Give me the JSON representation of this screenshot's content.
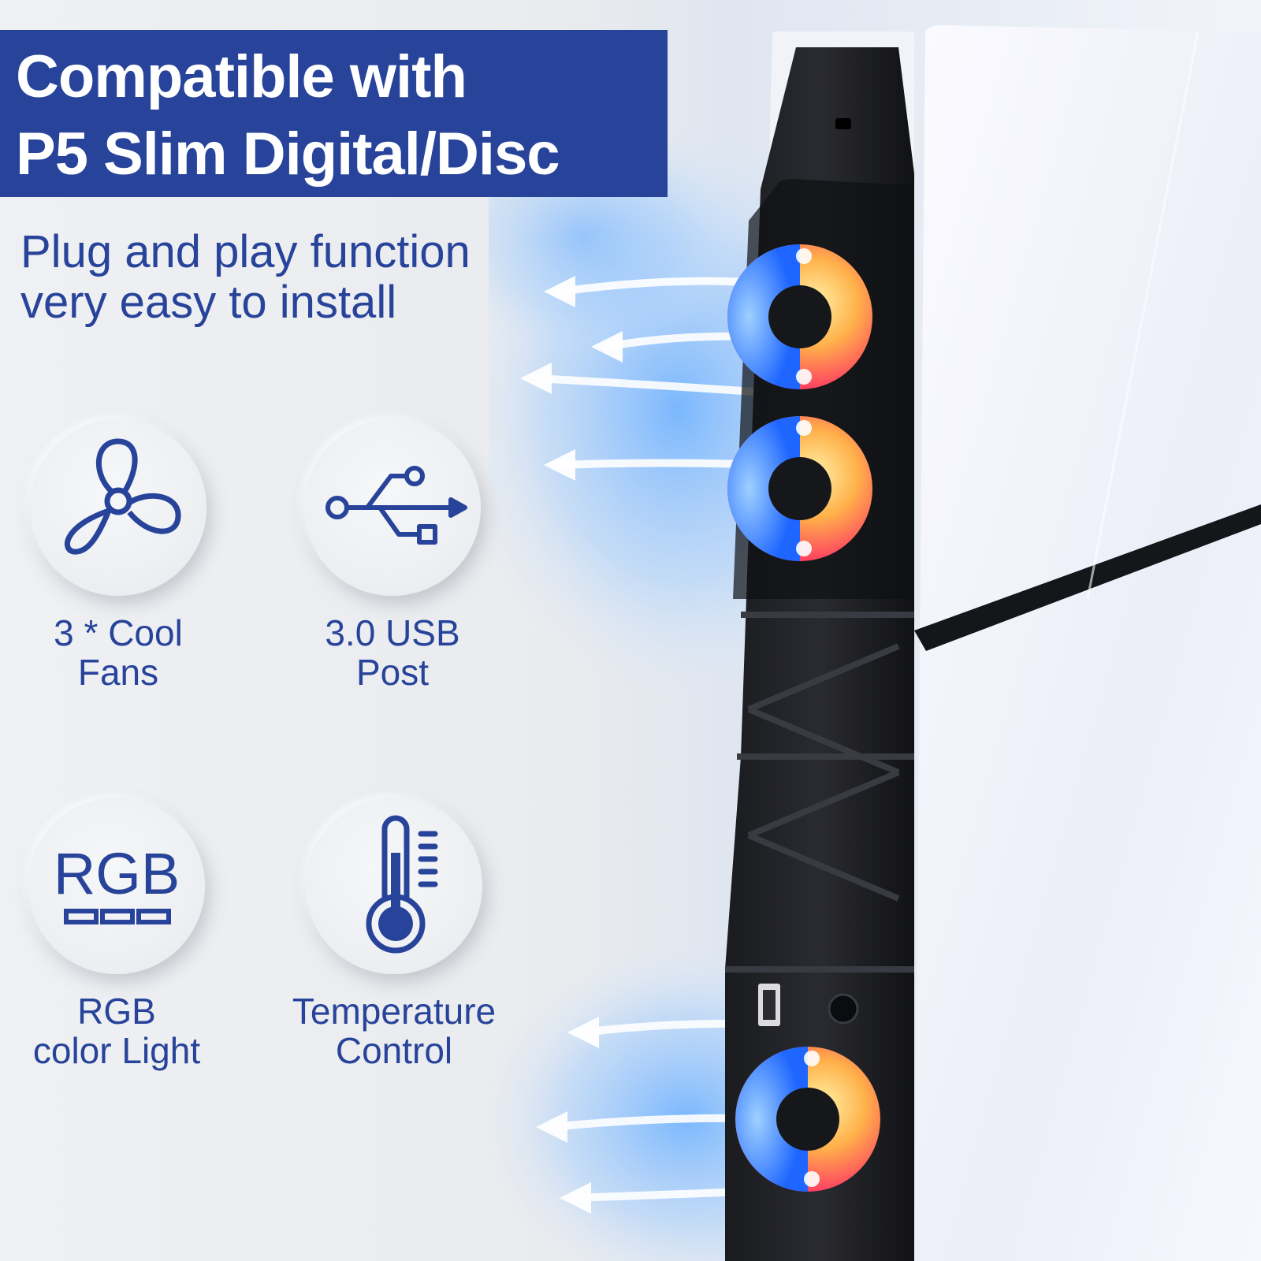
{
  "banner": {
    "line1": "Compatible with",
    "line2": "P5 Slim Digital/Disc"
  },
  "subtitle": {
    "line1": "Plug and play function",
    "line2": "very easy to install"
  },
  "features": [
    {
      "icon": "fan-icon",
      "line1": "3 * Cool",
      "line2": "Fans"
    },
    {
      "icon": "usb-icon",
      "line1": "3.0 USB",
      "line2": "Post"
    },
    {
      "icon": "rgb-icon",
      "line1": "RGB",
      "line2": "color Light",
      "icon_text": "RGB"
    },
    {
      "icon": "thermometer-icon",
      "line1": "Temperature",
      "line2": "Control"
    }
  ],
  "colors": {
    "brand_blue": "#27439a",
    "white": "#ffffff"
  }
}
